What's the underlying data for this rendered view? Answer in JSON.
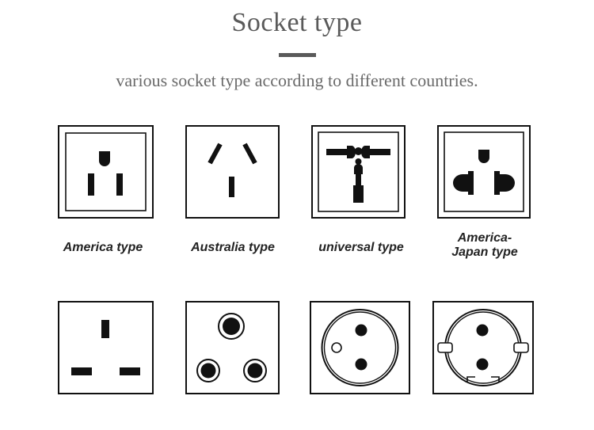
{
  "header": {
    "title": "Socket type",
    "subtitle": "various socket type according to different countries."
  },
  "sockets": [
    {
      "icon": "america-socket-icon",
      "label": "America type"
    },
    {
      "icon": "australia-socket-icon",
      "label": "Australia type"
    },
    {
      "icon": "universal-socket-icon",
      "label": "universal type"
    },
    {
      "icon": "america-japan-socket-icon",
      "label_line1": "America-",
      "label_line2": "Japan type"
    },
    {
      "icon": "uk-socket-icon"
    },
    {
      "icon": "round-pin-socket-icon"
    },
    {
      "icon": "schuko-socket-icon"
    },
    {
      "icon": "french-socket-icon"
    }
  ],
  "colors": {
    "stroke": "#111111",
    "title": "#5a5a5a",
    "subtitle": "#6a6a6a"
  }
}
